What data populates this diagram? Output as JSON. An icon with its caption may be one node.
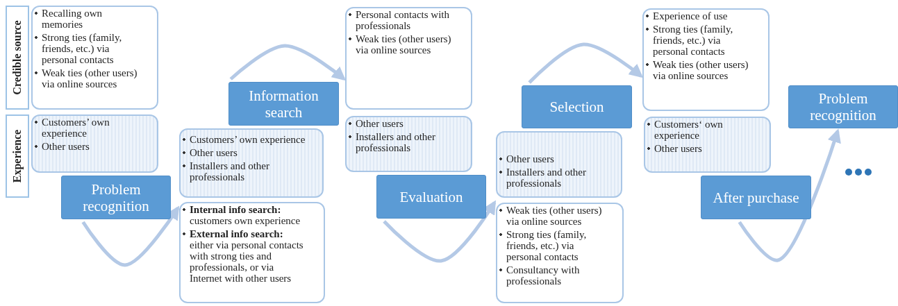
{
  "diagram": {
    "nodes": [
      {
        "text": [
          "Credible source"
        ]
      },
      {
        "text": [
          "Experience"
        ]
      },
      {
        "text": [
          "Recalling own memories",
          "Strong ties (family, friends, etc.) via personal contacts",
          "Weak ties (other users) via online sources"
        ]
      },
      {
        "text": [
          "Customers’ own experience",
          "Other users"
        ]
      },
      {
        "text": [
          "Problem recognition"
        ]
      },
      {
        "text": [
          "Information search"
        ]
      },
      {
        "text": [
          "Customers’ own experience",
          "Other users",
          "Installers and other professionals"
        ]
      },
      {
        "text": [
          "**Internal info search:** customers own experience",
          "**External info search:** either via personal contacts with strong ties and professionals, or via Internet with other users"
        ]
      },
      {
        "text": [
          "Personal contacts with professionals",
          "Weak ties (other users) via online sources"
        ]
      },
      {
        "text": [
          "Other users",
          "Installers and other professionals"
        ]
      },
      {
        "text": [
          "Evaluation"
        ]
      },
      {
        "text": [
          "Selection"
        ]
      },
      {
        "text": [
          "Other users",
          "Installers and other professionals"
        ]
      },
      {
        "text": [
          "Weak ties (other users) via online sources",
          "Strong ties (family, friends, etc.) via personal contacts",
          "Consultancy with professionals"
        ]
      },
      {
        "text": [
          "Experience of use",
          "Strong ties (family, friends, etc.) via personal contacts",
          "Weak ties (other users) via online sources"
        ]
      },
      {
        "text": [
          "Customers‘ own experience",
          "Other users"
        ]
      },
      {
        "text": [
          "After purchase"
        ]
      },
      {
        "text": [
          "Problem recognition"
        ]
      }
    ],
    "edges": [
      {
        "from": 4,
        "to": 7,
        "arrow": "to"
      },
      {
        "from": 5,
        "to": 8,
        "arrow": "to"
      },
      {
        "from": 10,
        "to": 13,
        "arrow": "to"
      },
      {
        "from": 11,
        "to": 14,
        "arrow": "to"
      },
      {
        "from": 16,
        "to": 17,
        "arrow": "to"
      }
    ]
  }
}
